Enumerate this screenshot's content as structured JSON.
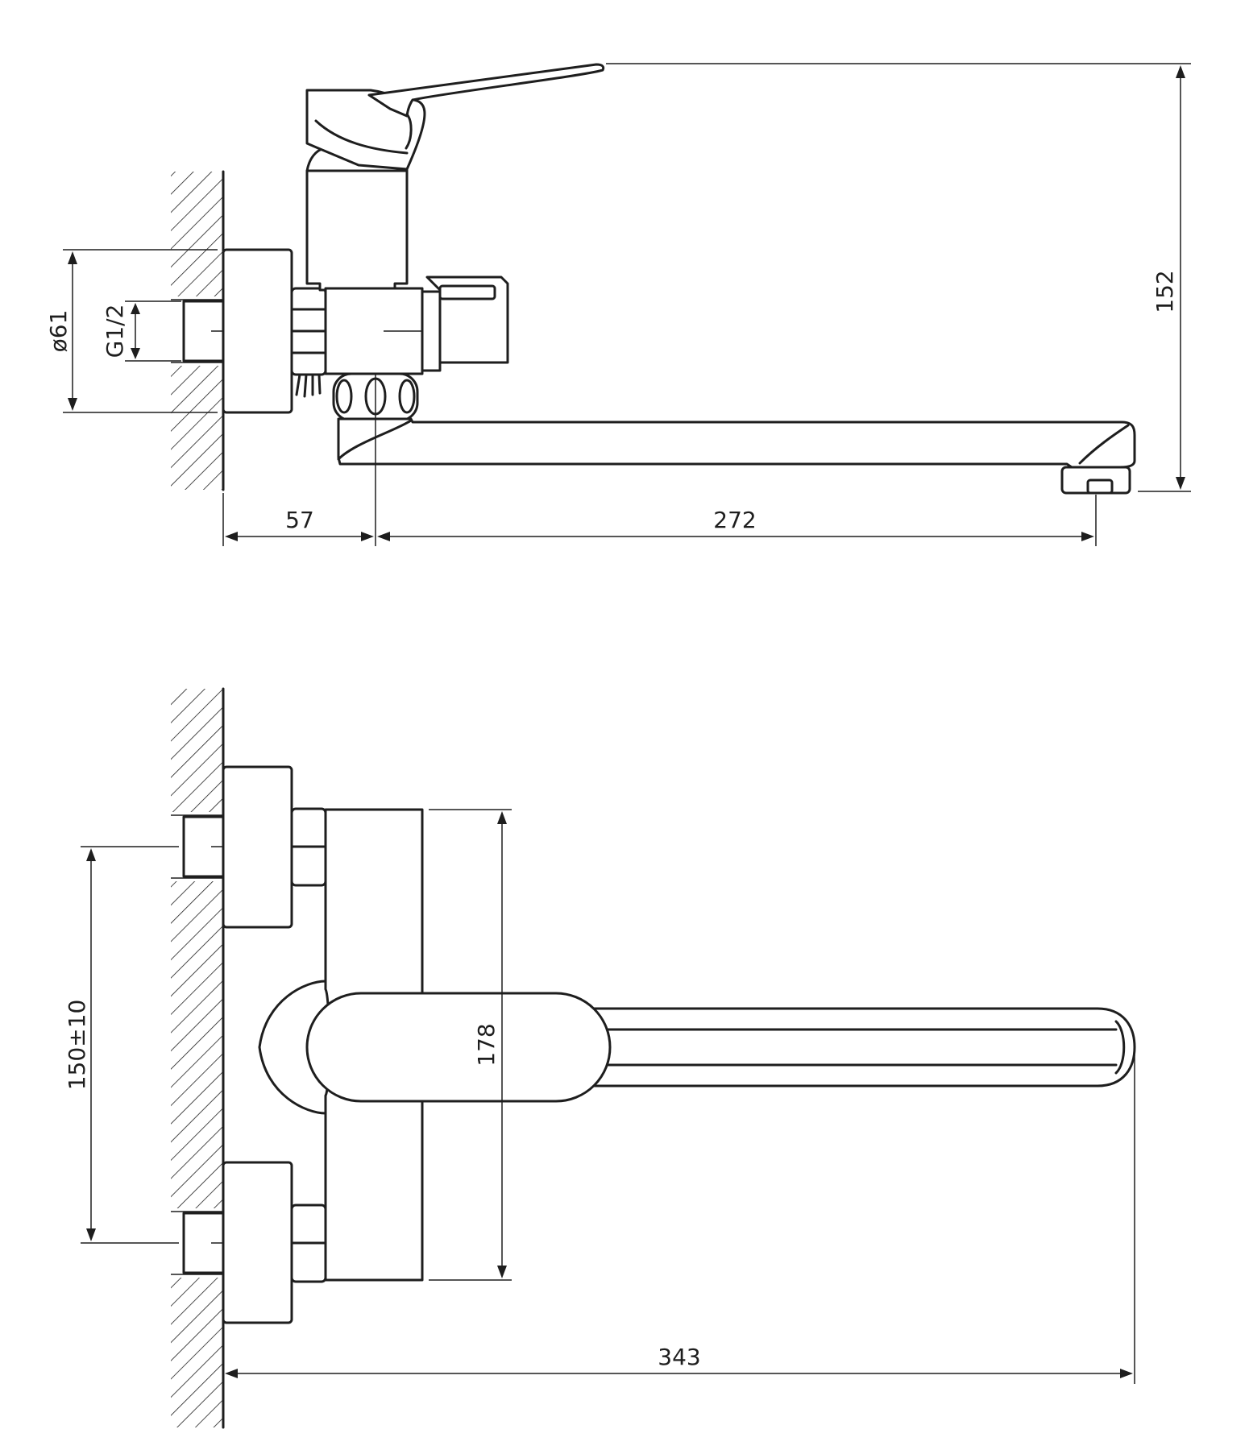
{
  "side_view": {
    "dimensions": {
      "wall_to_spout_axis": "57",
      "spout_reach": "272",
      "total_height": "152",
      "flange_diameter": "ø61",
      "thread_size": "G1/2"
    }
  },
  "top_view": {
    "dimensions": {
      "body_height": "178",
      "inlet_spacing": "150±10",
      "total_reach": "343"
    }
  },
  "colors": {
    "line": "#1e1e1e",
    "background": "#ffffff"
  }
}
